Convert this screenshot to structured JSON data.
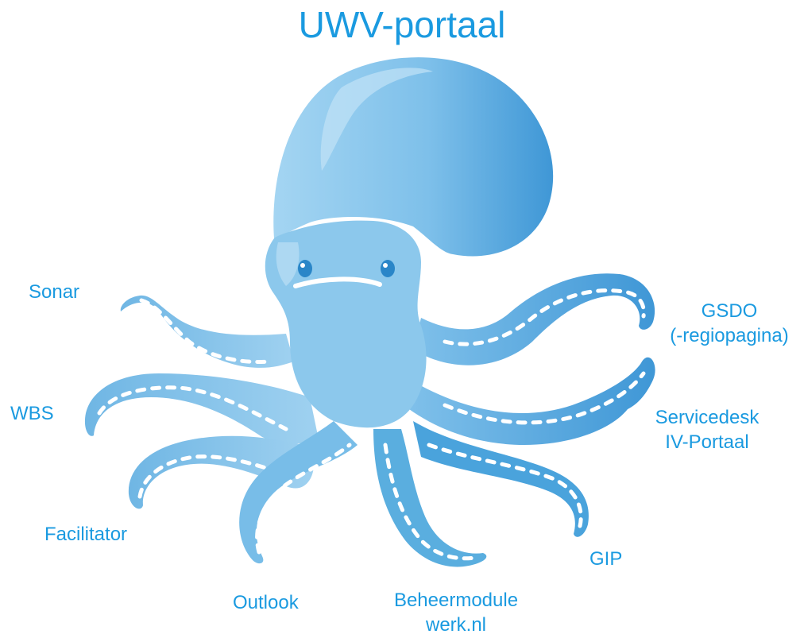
{
  "title": "UWV-portaal",
  "colors": {
    "text": "#1a9ae0",
    "octopus_light": "#8cc8ec",
    "octopus_mid": "#5aaedf",
    "octopus_dark": "#3f97d6",
    "suckers": "#ffffff"
  },
  "labels": {
    "sonar": "Sonar",
    "wbs": "WBS",
    "facilitator": "Facilitator",
    "outlook": "Outlook",
    "beheermodule": [
      "Beheermodule",
      "werk.nl"
    ],
    "gip": "GIP",
    "servicedesk": [
      "Servicedesk",
      "IV-Portaal"
    ],
    "gsdo": [
      "GSDO",
      "(-regiopagina)"
    ]
  }
}
